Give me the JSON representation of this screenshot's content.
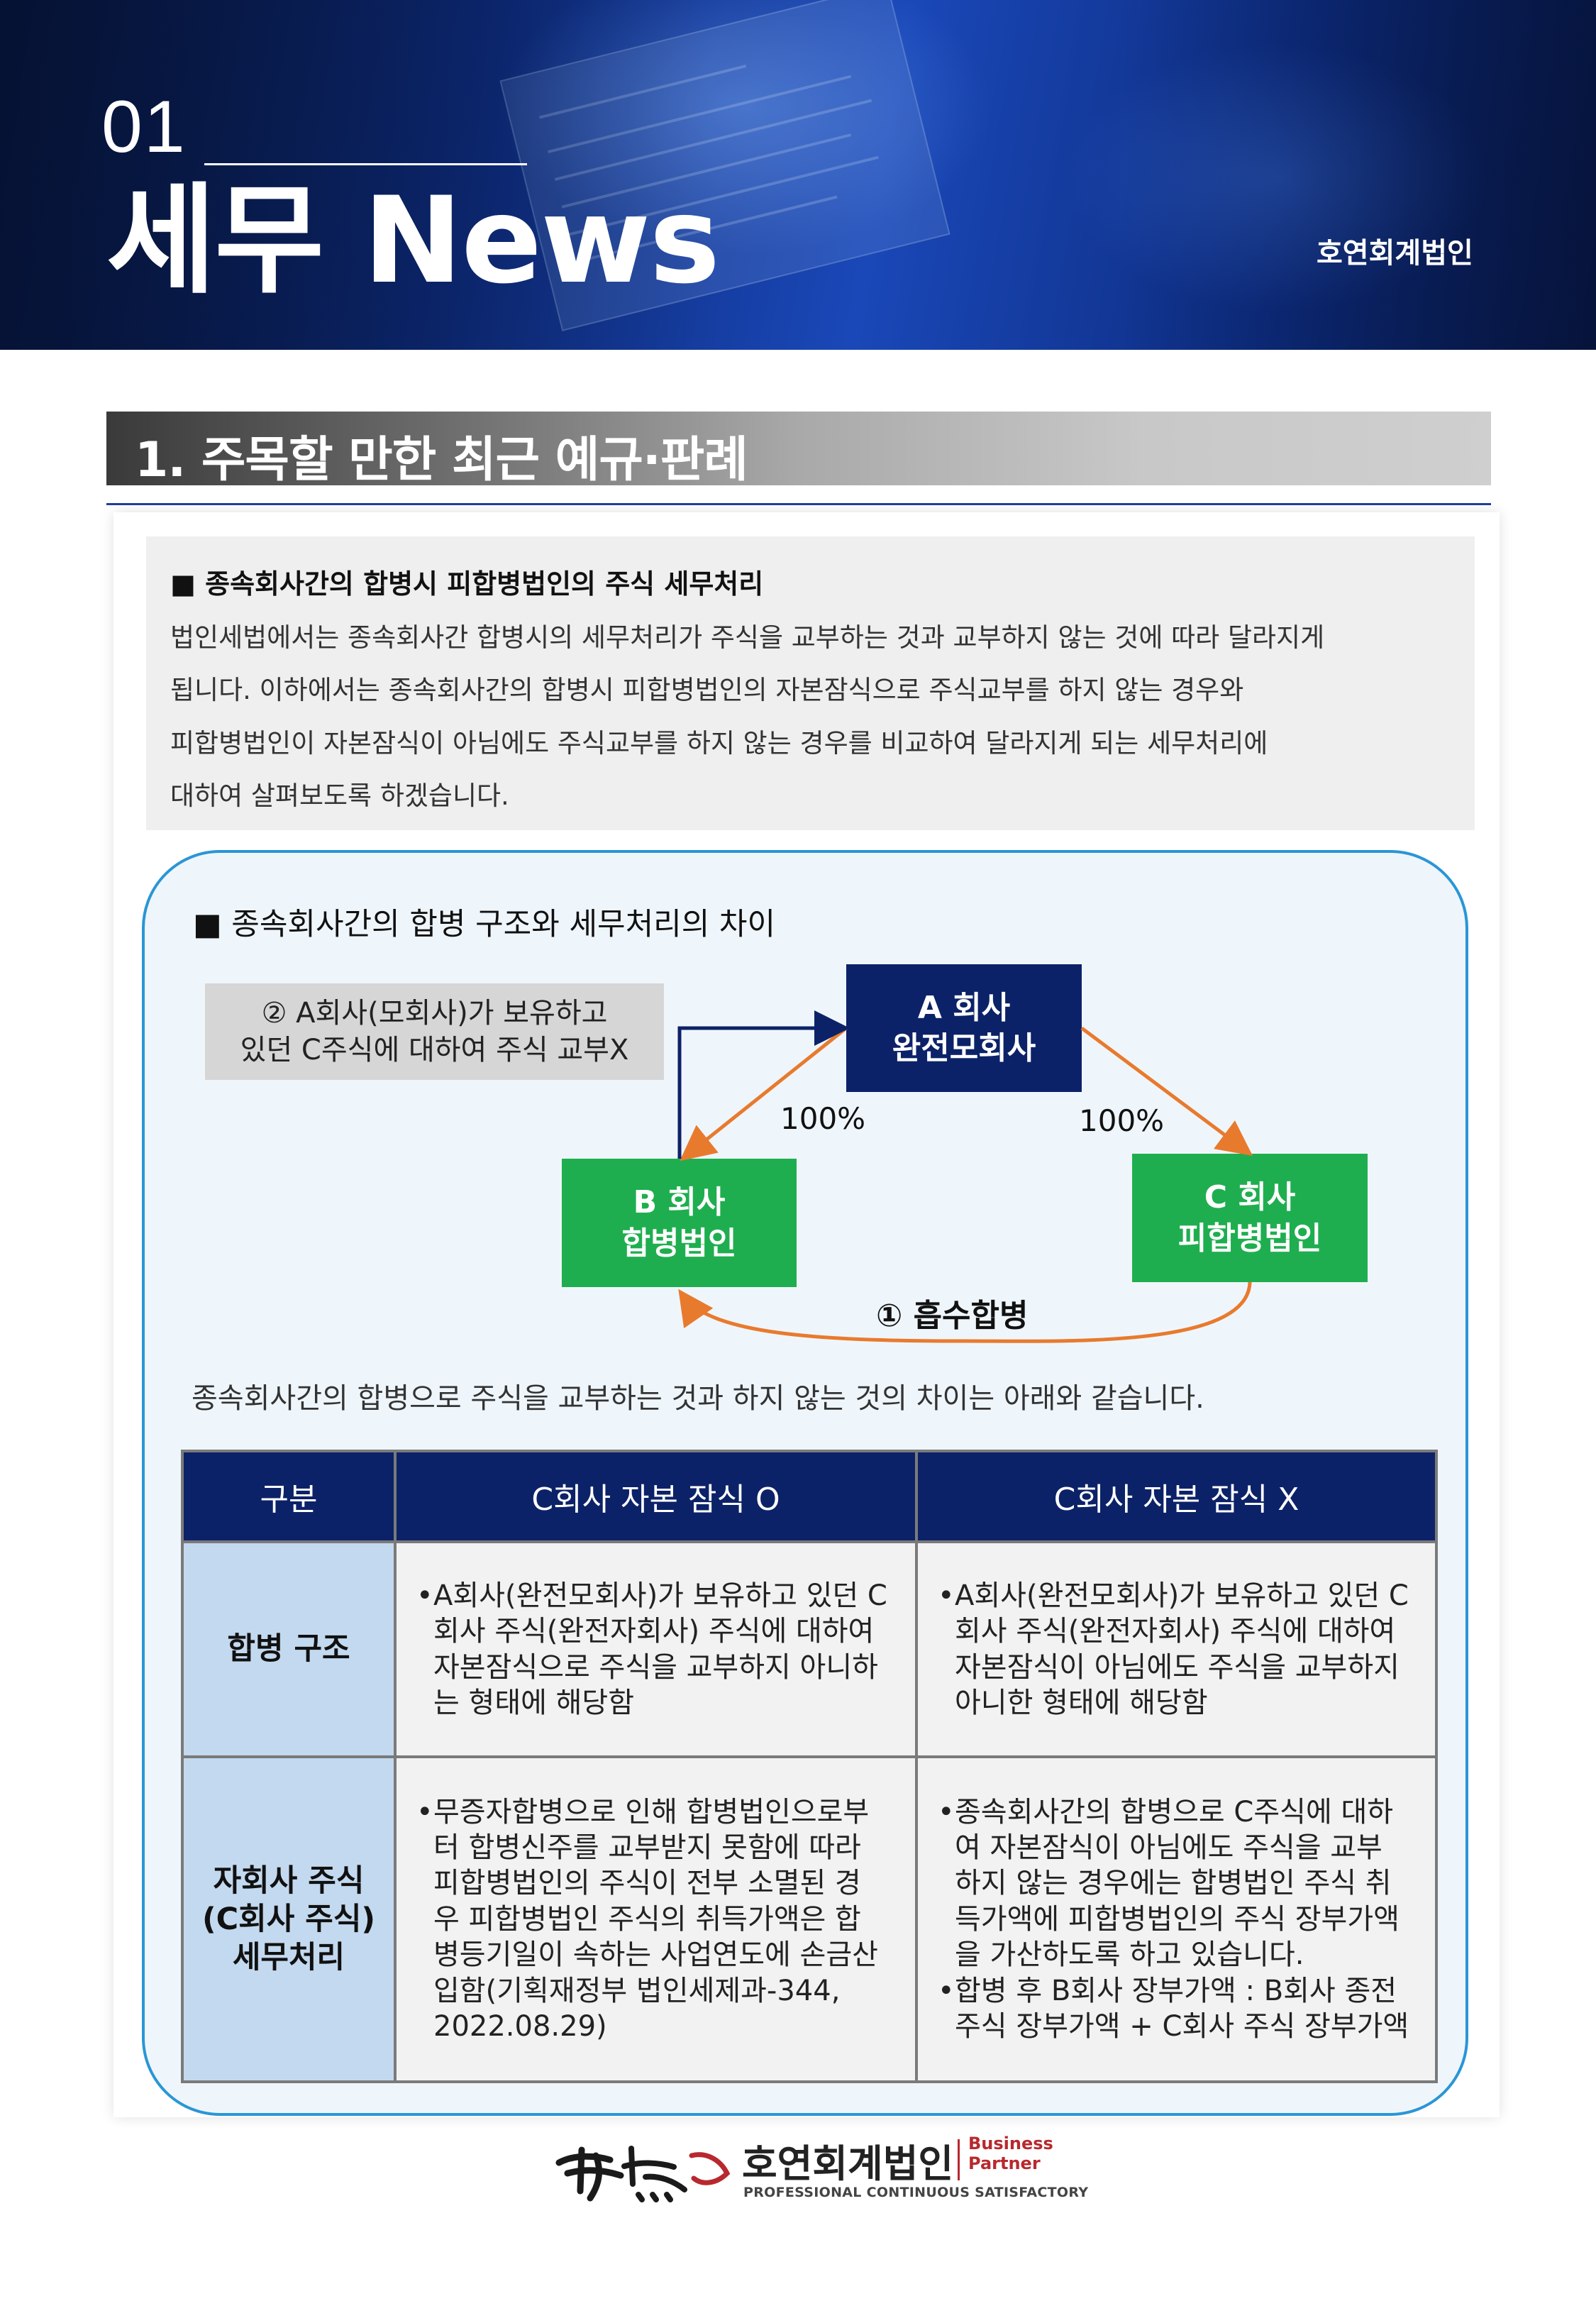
{
  "header": {
    "issue_no": "01",
    "title": "세무 News",
    "firm": "호연회계법인"
  },
  "section": {
    "title": "1. 주목할 만한 최근 예규·판례"
  },
  "intro": {
    "heading": "■ 종속회사간의 합병시 피합병법인의 주식 세무처리",
    "lines": [
      "법인세법에서는 종속회사간 합병시의 세무처리가 주식을 교부하는 것과 교부하지 않는 것에 따라 달라지게",
      "됩니다. 이하에서는 종속회사간의 합병시 피합병법인의 자본잠식으로 주식교부를 하지 않는 경우와",
      "피합병법인이 자본잠식이 아님에도 주식교부를 하지 않는 경우를 비교하여 달라지게 되는 세무처리에",
      "대하여 살펴보도록 하겠습니다."
    ]
  },
  "diagram": {
    "heading": "■ 종속회사간의 합병 구조와 세무처리의 차이",
    "note": [
      "② A회사(모회사)가 보유하고",
      "있던 C주식에 대하여 주식 교부X"
    ],
    "company_a": [
      "A 회사",
      "완전모회사"
    ],
    "company_b": [
      "B 회사",
      "합병법인"
    ],
    "company_c": [
      "C 회사",
      "피합병법인"
    ],
    "pct_left": "100%",
    "pct_right": "100%",
    "merge_label": "① 흡수합병",
    "colors": {
      "navy": "#0c2268",
      "green": "#1fae4f",
      "orange": "#e87a2e",
      "panel_border": "#2a96d6"
    }
  },
  "summary": "종속회사간의 합병으로 주식을 교부하는 것과 하지 않는 것의 차이는 아래와 같습니다.",
  "table": {
    "headers": [
      "구분",
      "C회사 자본 잠식 O",
      "C회사 자본 잠식 X"
    ],
    "rows": [
      {
        "label": [
          "합병 구조"
        ],
        "col1": [
          [
            "A회사(완전모회사)가 보유하고 있던 C",
            "회사 주식(완전자회사) 주식에 대하여",
            "자본잠식으로 주식을 교부하지 아니하",
            "는 형태에 해당함"
          ]
        ],
        "col2": [
          [
            "A회사(완전모회사)가 보유하고 있던 C",
            "회사 주식(완전자회사) 주식에 대하여",
            "자본잠식이 아님에도 주식을 교부하지",
            "아니한 형태에 해당함"
          ]
        ]
      },
      {
        "label": [
          "자회사 주식",
          "(C회사 주식)",
          "세무처리"
        ],
        "col1": [
          [
            "무증자합병으로 인해 합병법인으로부",
            "터 합병신주를 교부받지 못함에 따라",
            "피합병법인의 주식이 전부 소멸된 경",
            "우 피합병법인 주식의 취득가액은 합",
            "병등기일이 속하는 사업연도에 손금산",
            "입함(기획재정부 법인세제과-344,",
            "2022.08.29)"
          ]
        ],
        "col2": [
          [
            "종속회사간의 합병으로 C주식에 대하",
            "여 자본잠식이 아님에도 주식을 교부",
            "하지 않는 경우에는 합병법인 주식 취",
            "득가액에 피합병법인의 주식 장부가액",
            "을 가산하도록 하고 있습니다."
          ],
          [
            "합병 후 B회사 장부가액 : B회사 종전",
            "주식 장부가액 + C회사 주식 장부가액"
          ]
        ]
      }
    ]
  },
  "footer": {
    "firm": "호연회계법인",
    "bp_line1": "Business",
    "bp_line2": "Partner",
    "tagline": "PROFESSIONAL CONTINUOUS SATISFACTORY"
  }
}
